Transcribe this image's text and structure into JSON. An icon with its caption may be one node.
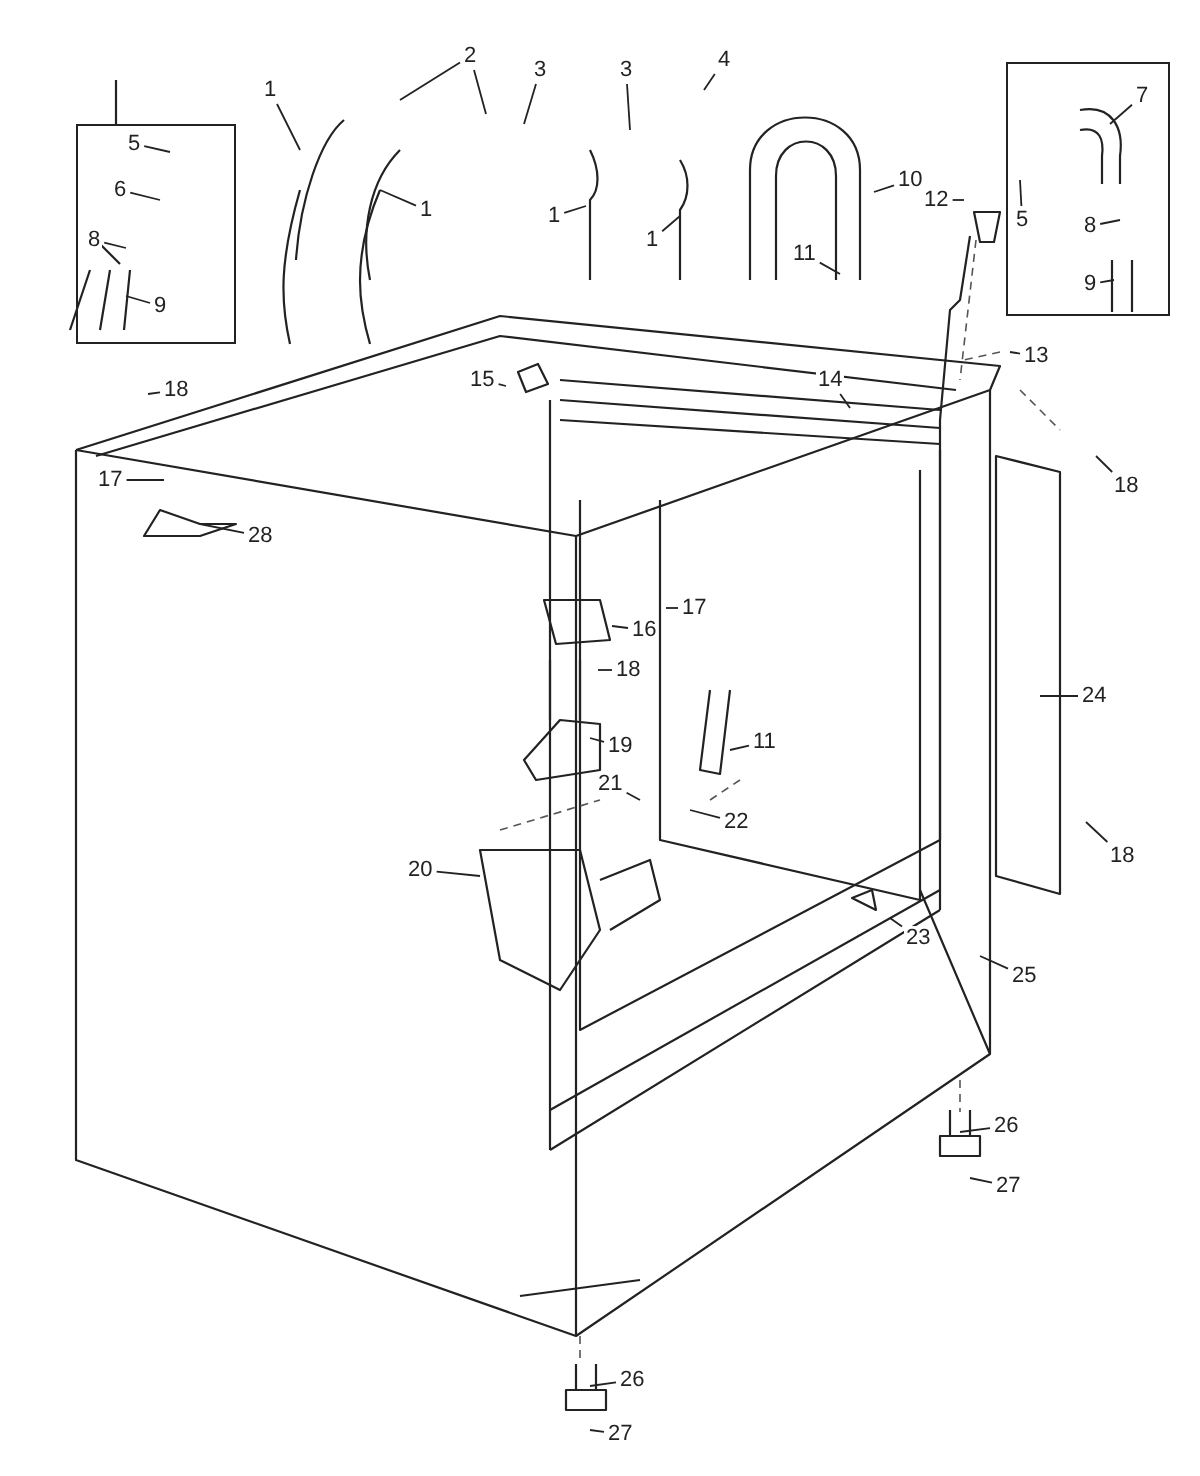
{
  "diagram": {
    "nodes": [
      {
        "text": [],
        "shape": "box"
      },
      {
        "text": [
          "5"
        ],
        "in": 0
      },
      {
        "text": [
          "6"
        ],
        "in": 0
      },
      {
        "text": [
          "8"
        ],
        "in": 0
      },
      {
        "text": [
          "9"
        ],
        "in": 0
      },
      {
        "text": [
          "1"
        ]
      },
      {
        "text": [
          "2"
        ]
      },
      {
        "text": [
          "3"
        ]
      },
      {
        "text": [
          "3"
        ]
      },
      {
        "text": [
          "4"
        ]
      },
      {
        "text": [],
        "shape": "box"
      },
      {
        "text": [
          "7"
        ],
        "in": 10
      },
      {
        "text": [
          "1"
        ]
      },
      {
        "text": [
          "1"
        ]
      },
      {
        "text": [
          "10"
        ]
      },
      {
        "text": [
          "12"
        ]
      },
      {
        "text": [
          "5"
        ],
        "in": 10
      },
      {
        "text": [
          "8"
        ],
        "in": 10
      },
      {
        "text": [
          "1"
        ]
      },
      {
        "text": [
          "11"
        ]
      },
      {
        "text": [
          "9"
        ],
        "in": 10
      },
      {
        "text": [
          "13"
        ]
      },
      {
        "text": [
          "15"
        ]
      },
      {
        "text": [
          "14"
        ]
      },
      {
        "text": [
          "18"
        ]
      },
      {
        "text": [
          "17"
        ]
      },
      {
        "text": [
          "18"
        ]
      },
      {
        "text": [
          "28"
        ]
      },
      {
        "text": [
          "17"
        ]
      },
      {
        "text": [
          "16"
        ]
      },
      {
        "text": [
          "18"
        ]
      },
      {
        "text": [
          "24"
        ]
      },
      {
        "text": [
          "11"
        ]
      },
      {
        "text": [
          "19"
        ]
      },
      {
        "text": [
          "21"
        ]
      },
      {
        "text": [
          "22"
        ]
      },
      {
        "text": [
          "18"
        ]
      },
      {
        "text": [
          "20"
        ]
      },
      {
        "text": [
          "23"
        ]
      },
      {
        "text": [
          "25"
        ]
      },
      {
        "text": [
          "26"
        ]
      },
      {
        "text": [
          "27"
        ]
      },
      {
        "text": [
          "26"
        ]
      },
      {
        "text": [
          "27"
        ]
      }
    ],
    "edges": [
      {
        "from": 1,
        "to": null,
        "arrow": "none"
      },
      {
        "from": 2,
        "to": null,
        "arrow": "none"
      },
      {
        "from": 3,
        "to": null,
        "arrow": "none"
      },
      {
        "from": 4,
        "to": null,
        "arrow": "none"
      },
      {
        "from": 5,
        "to": null,
        "arrow": "none"
      },
      {
        "from": 6,
        "to": null,
        "arrow": "none"
      },
      {
        "from": 6,
        "to": null,
        "arrow": "none"
      },
      {
        "from": 7,
        "to": null,
        "arrow": "none"
      },
      {
        "from": 8,
        "to": null,
        "arrow": "none"
      },
      {
        "from": 9,
        "to": null,
        "arrow": "none"
      },
      {
        "from": 11,
        "to": null,
        "arrow": "none"
      },
      {
        "from": 12,
        "to": null,
        "arrow": "none"
      },
      {
        "from": 13,
        "to": null,
        "arrow": "none"
      },
      {
        "from": 14,
        "to": null,
        "arrow": "none"
      },
      {
        "from": 15,
        "to": null,
        "arrow": "none"
      },
      {
        "from": 16,
        "to": null,
        "arrow": "none"
      },
      {
        "from": 17,
        "to": null,
        "arrow": "none"
      },
      {
        "from": 18,
        "to": null,
        "arrow": "none"
      },
      {
        "from": 19,
        "to": null,
        "arrow": "none"
      },
      {
        "from": 20,
        "to": null,
        "arrow": "none"
      },
      {
        "from": 21,
        "to": null,
        "arrow": "none"
      },
      {
        "from": 22,
        "to": null,
        "arrow": "none"
      },
      {
        "from": 23,
        "to": null,
        "arrow": "none"
      },
      {
        "from": 24,
        "to": null,
        "arrow": "none"
      },
      {
        "from": 25,
        "to": null,
        "arrow": "none"
      },
      {
        "from": 26,
        "to": null,
        "arrow": "none"
      },
      {
        "from": 27,
        "to": null,
        "arrow": "none"
      },
      {
        "from": 28,
        "to": null,
        "arrow": "none"
      },
      {
        "from": 29,
        "to": null,
        "arrow": "none"
      },
      {
        "from": 30,
        "to": null,
        "arrow": "none"
      },
      {
        "from": 31,
        "to": null,
        "arrow": "none"
      },
      {
        "from": 32,
        "to": null,
        "arrow": "none"
      },
      {
        "from": 33,
        "to": null,
        "arrow": "none"
      },
      {
        "from": 34,
        "to": null,
        "arrow": "none"
      },
      {
        "from": 35,
        "to": null,
        "arrow": "none"
      },
      {
        "from": 36,
        "to": null,
        "arrow": "none"
      },
      {
        "from": 37,
        "to": null,
        "arrow": "none"
      },
      {
        "from": 38,
        "to": null,
        "arrow": "none"
      },
      {
        "from": 39,
        "to": null,
        "arrow": "none"
      },
      {
        "from": 40,
        "to": null,
        "arrow": "none"
      },
      {
        "from": 41,
        "to": null,
        "arrow": "none"
      },
      {
        "from": 42,
        "to": null,
        "arrow": "none"
      },
      {
        "from": 43,
        "to": null,
        "arrow": "none"
      }
    ]
  }
}
